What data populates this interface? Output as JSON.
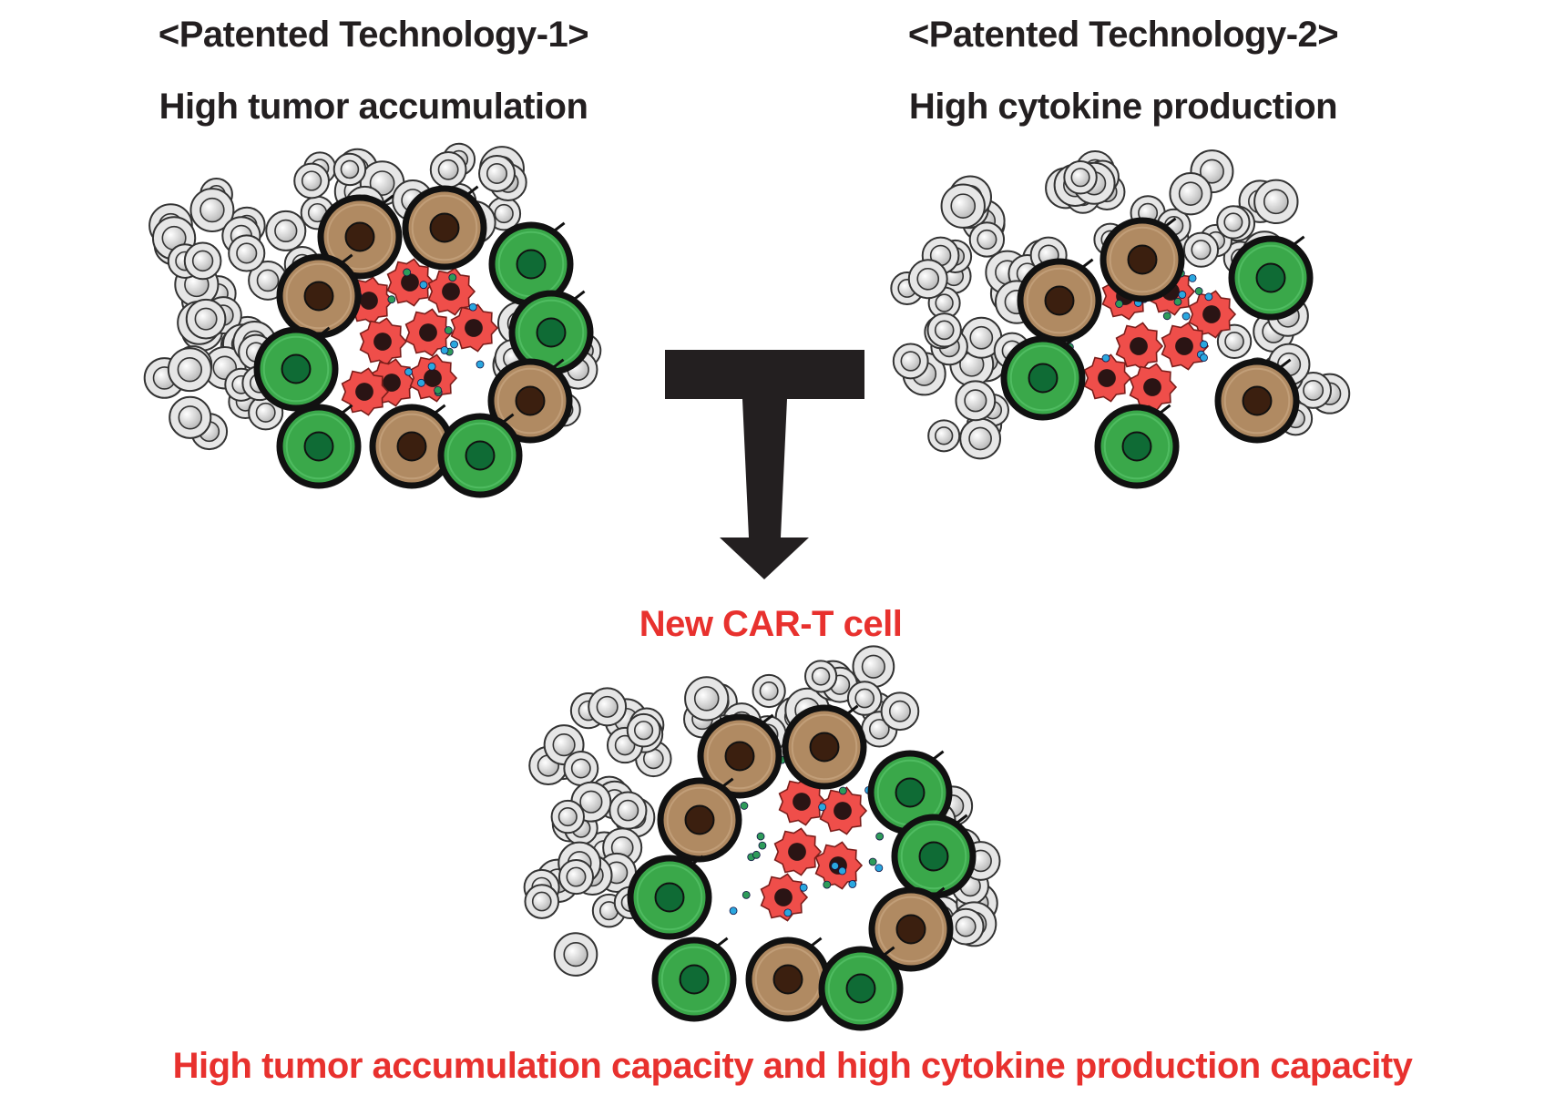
{
  "tech1": {
    "title": "<Patented Technology-1>",
    "subtitle": "High tumor accumulation"
  },
  "tech2": {
    "title": "<Patented Technology-2>",
    "subtitle": "High cytokine production"
  },
  "result": {
    "label": "New CAR-T cell",
    "caption": "High tumor accumulation capacity and high cytokine production capacity"
  },
  "colors": {
    "text_dark": "#231f20",
    "text_red": "#e8312e",
    "arrow": "#231f20",
    "tissue_cell": "#e6e6e6",
    "tumor_cell": "#ef4e4a",
    "brown_tcell": "#b08a62",
    "green_tcell": "#3aa84a",
    "cytokine_blue": "#2aa7df",
    "cytokine_green": "#2e9b5a"
  }
}
